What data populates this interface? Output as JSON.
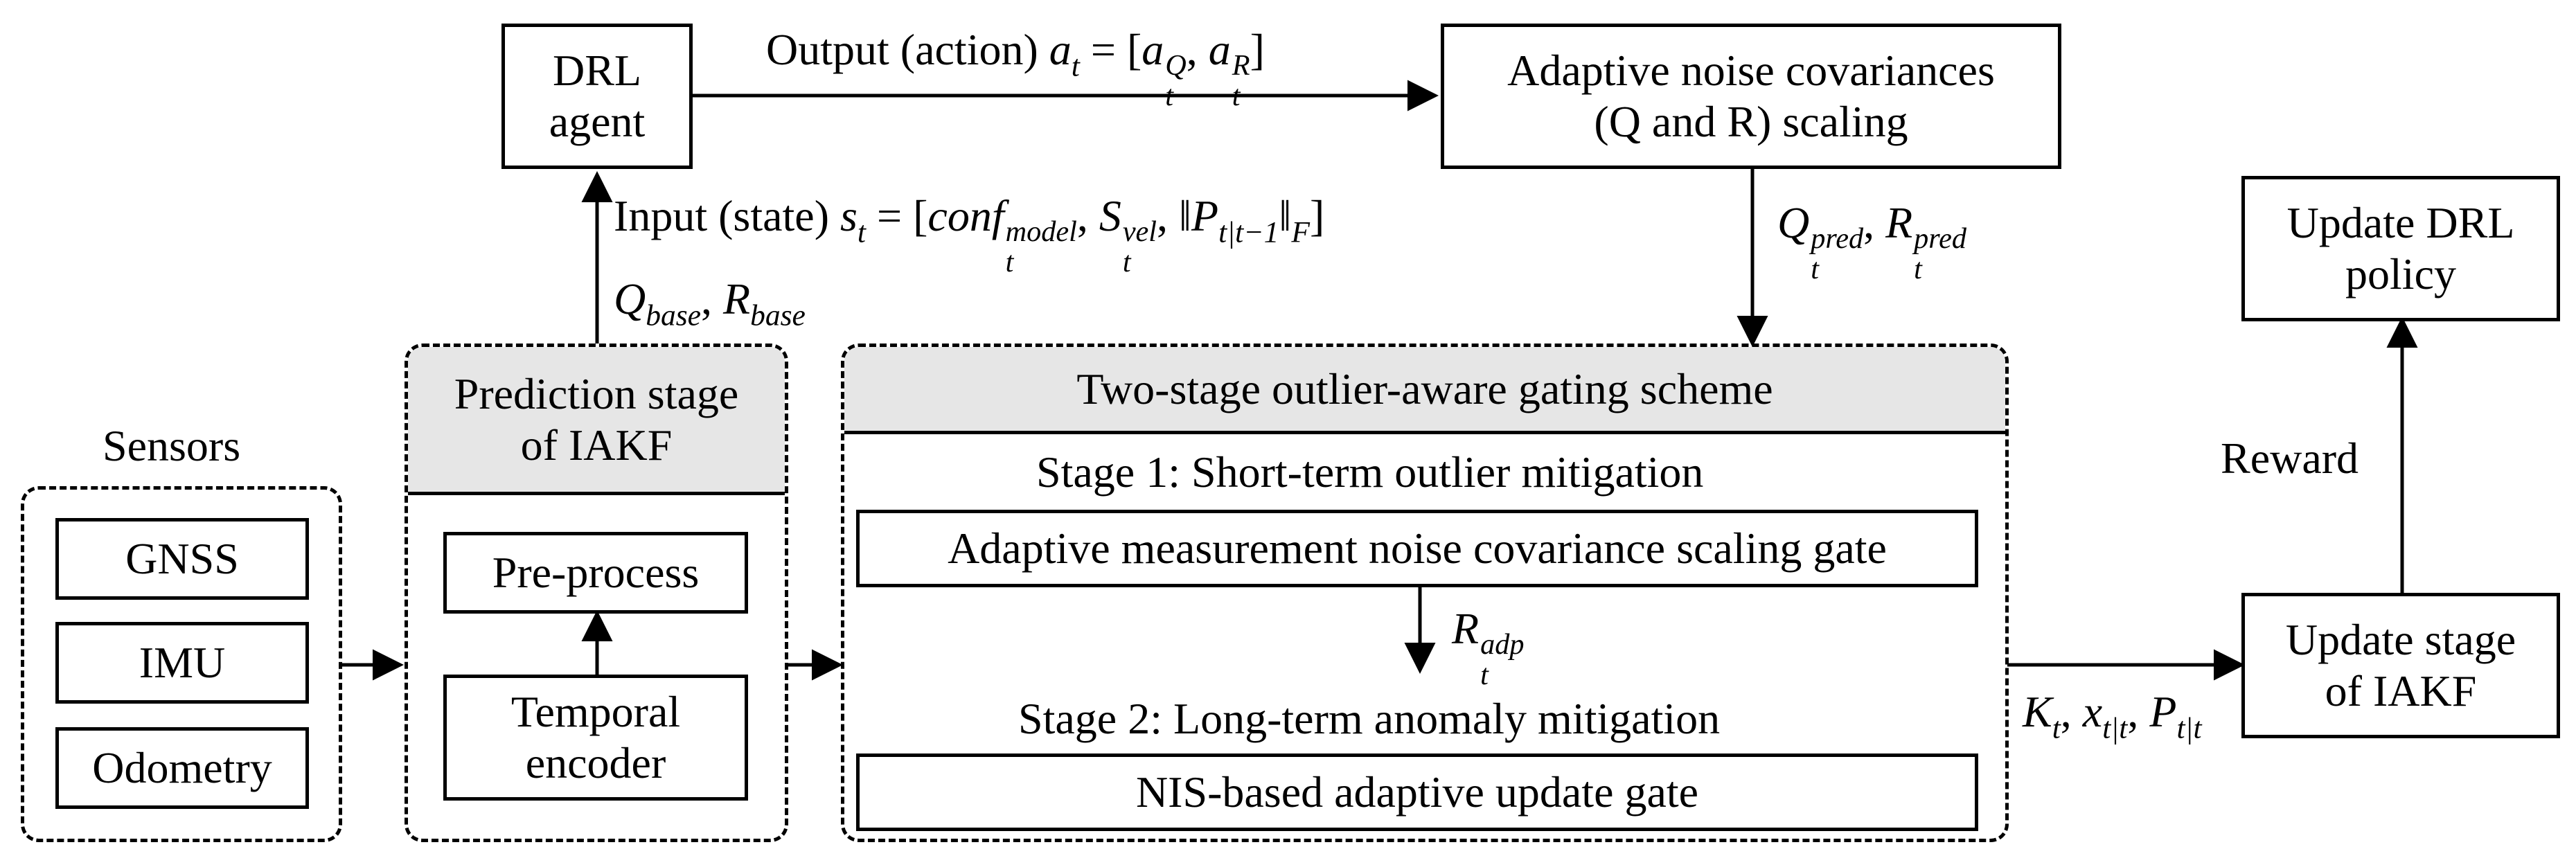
{
  "blocks": {
    "drl_agent": [
      "DRL",
      "agent"
    ],
    "adaptive_cov": [
      "Adaptive noise covariances",
      "(Q and R) scaling"
    ],
    "update_policy": [
      "Update DRL",
      "policy"
    ],
    "sensors_title": "Sensors",
    "sensors": [
      "GNSS",
      "IMU",
      "Odometry"
    ],
    "prediction_header": [
      "Prediction stage",
      "of IAKF"
    ],
    "pre_process": "Pre-process",
    "temporal_encoder": [
      "Temporal",
      "encoder"
    ],
    "gating_header": "Two-stage outlier-aware gating scheme",
    "stage1_title": "Stage 1: Short-term outlier mitigation",
    "stage1_gate": "Adaptive measurement noise covariance scaling gate",
    "stage2_title": "Stage 2: Long-term anomaly mitigation",
    "stage2_gate": "NIS-based adaptive update gate",
    "update_stage": [
      "Update stage",
      "of IAKF"
    ]
  },
  "labels": {
    "output_prefix": "Output (action)",
    "input_prefix": "Input (state)",
    "reward": "Reward"
  },
  "math": {
    "a": "a",
    "t": "t",
    "Q": "Q",
    "R": "R",
    "s": "s",
    "conf": "conf",
    "model": "model",
    "S": "S",
    "vel": "vel",
    "P": "P",
    "t_given_tm1": "t|t−1",
    "F": "F",
    "base": "base",
    "pred": "pred",
    "adp": "adp",
    "K": "K",
    "x": "x",
    "t_given_t": "t|t"
  }
}
